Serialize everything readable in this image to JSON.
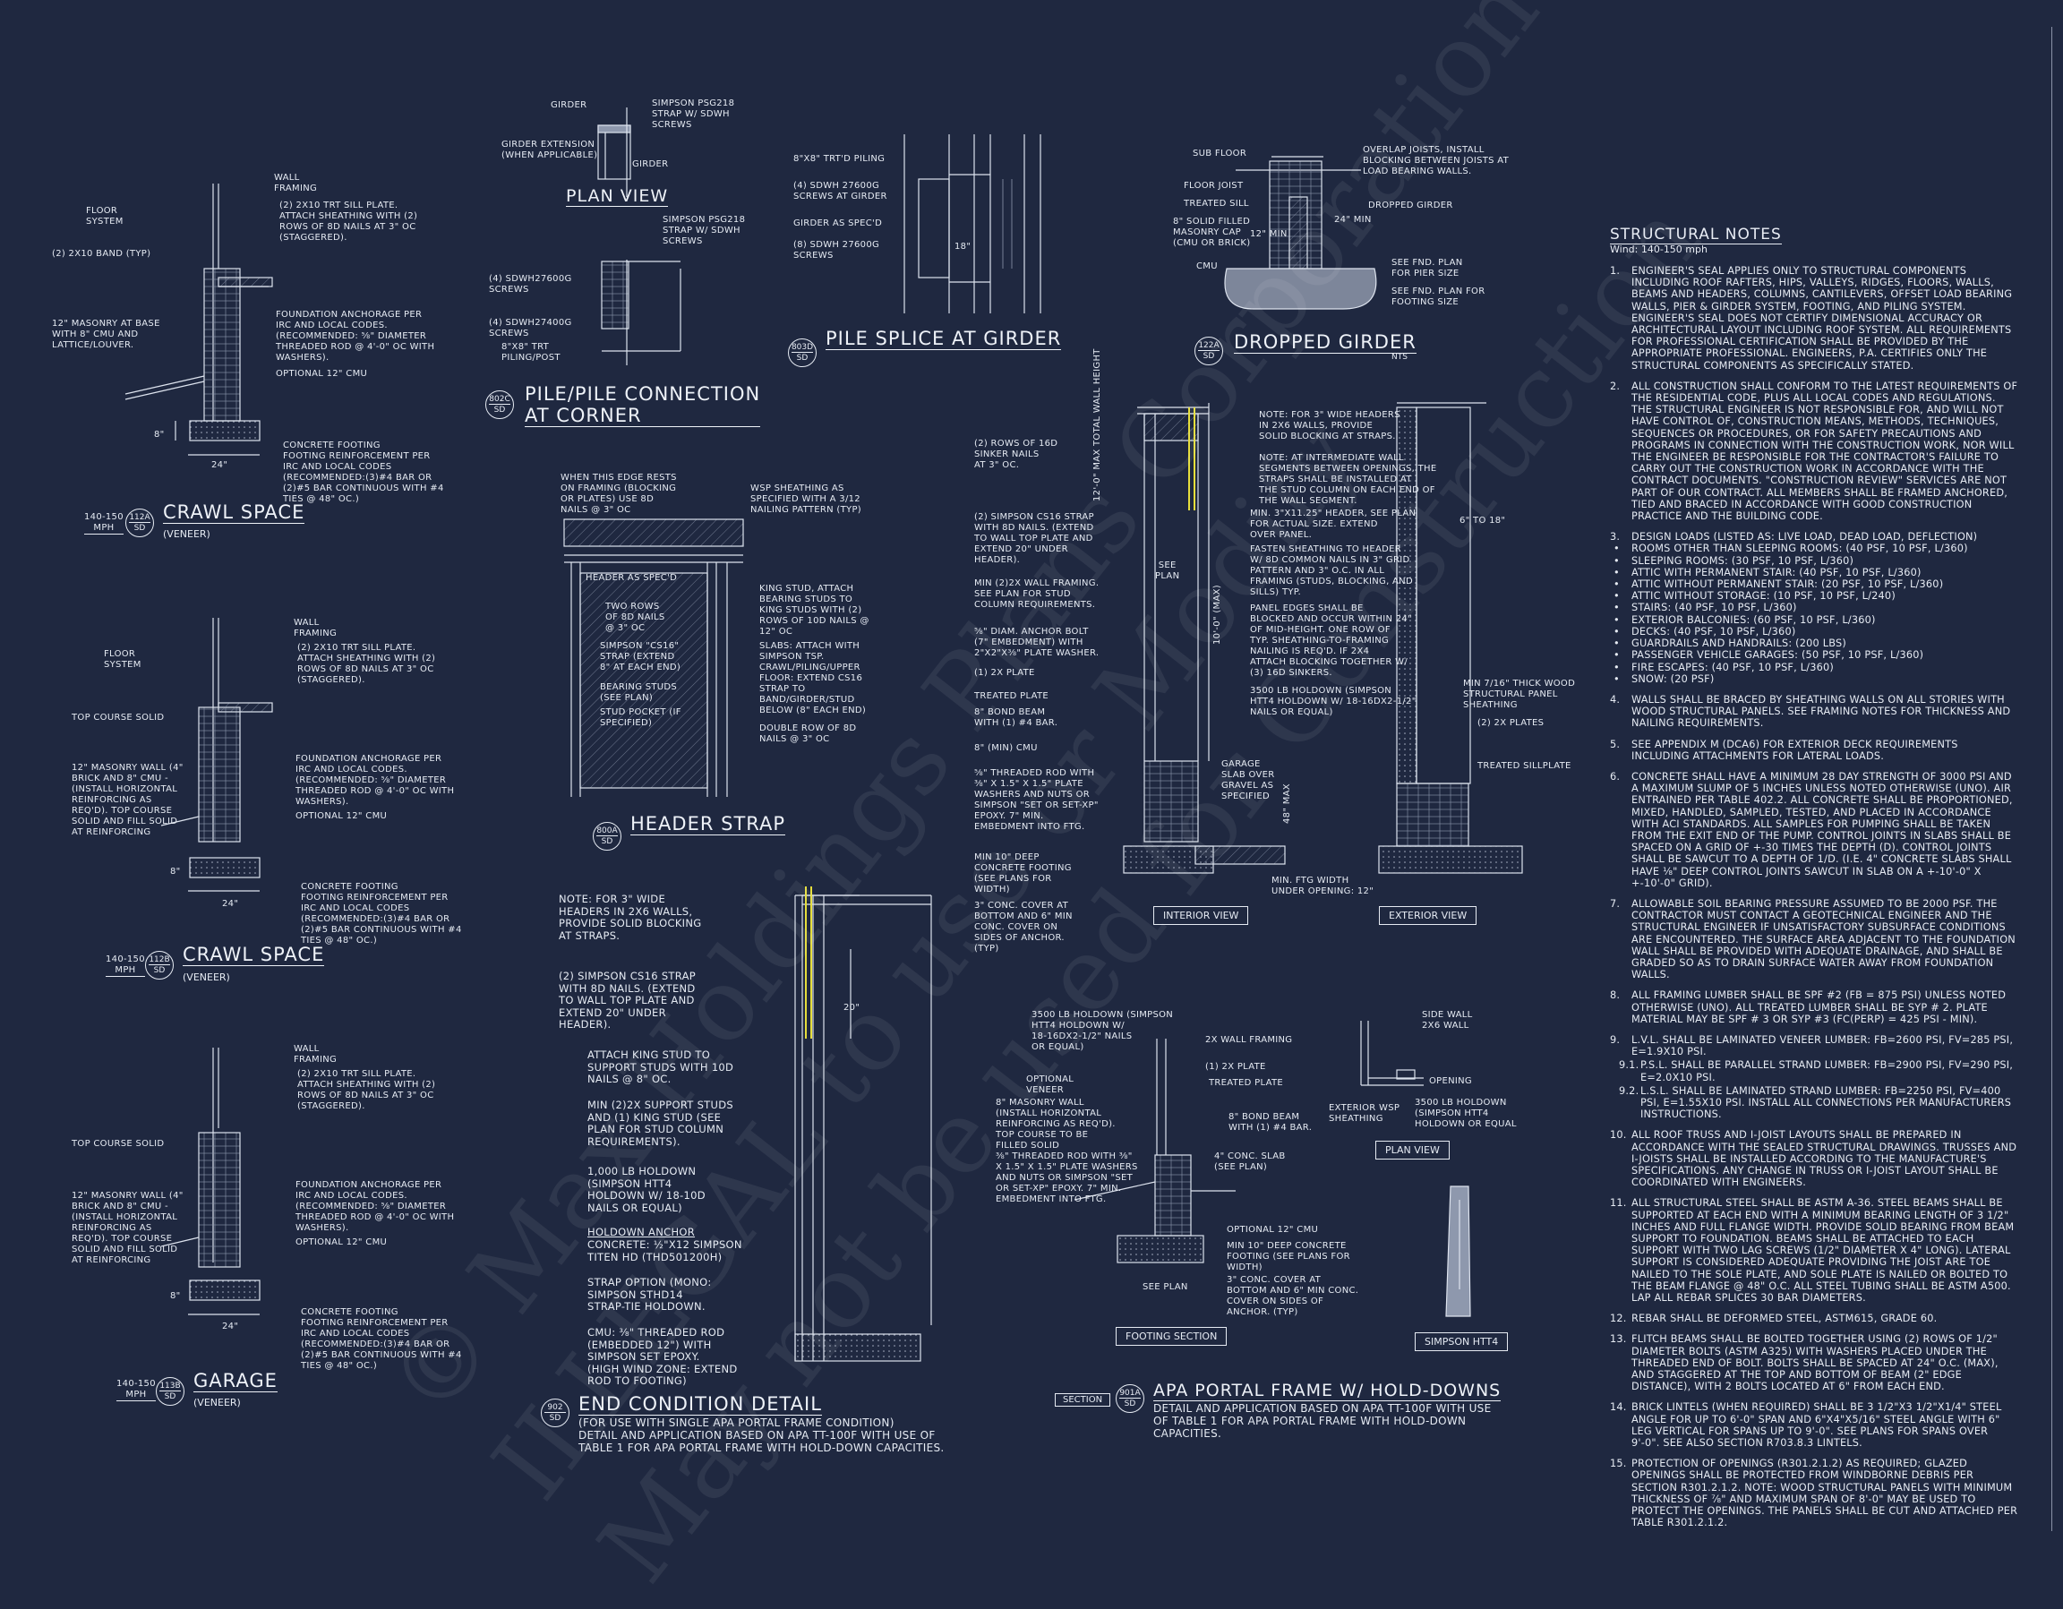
{
  "watermark": "© Max Holdings Plans Corporation\nILLEGAL to use or Modify\nMay not be used for Construction",
  "details": {
    "crawl_a": {
      "title": "CRAWL SPACE",
      "subtitle": "(VENEER)",
      "tag_top": "112A",
      "tag_bottom": "SD",
      "mph": "140-150\nMPH",
      "notes": {
        "wall": "WALL\nFRAMING",
        "floor": "FLOOR\nSYSTEM",
        "band": "(2) 2X10 BAND (TYP)",
        "sill": "(2) 2X10 TRT SILL PLATE.\nATTACH SHEATHING WITH (2)\nROWS OF 8d NAILS AT 3\" OC\n(STAGGERED).",
        "masonry": "12\" MASONRY AT BASE\nWITH 8\" CMU AND\nLATTICE/LOUVER.",
        "anchorage": "FOUNDATION ANCHORAGE PER\nIRC AND LOCAL CODES.\n(RECOMMENDED: ⅝\" DIAMETER\nTHREADED ROD @ 4'-0\" OC WITH\nWASHERS).",
        "optional": "OPTIONAL 12\" CMU",
        "footing": "CONCRETE FOOTING\nFOOTING REINFORCEMENT PER\nIRC AND LOCAL CODES\n(RECOMMENDED:(3)#4 BAR OR\n(2)#5 BAR CONTINUOUS WITH #4\nTIES @ 48\" OC.)",
        "width": "24\"",
        "depth": "8\""
      }
    },
    "crawl_b": {
      "title": "CRAWL SPACE",
      "subtitle": "(VENEER)",
      "tag_top": "112B",
      "tag_bottom": "SD",
      "mph": "140-150\nMPH",
      "notes": {
        "wall": "WALL\nFRAMING",
        "floor": "FLOOR\nSYSTEM",
        "top_course": "TOP COURSE SOLID",
        "sill": "(2) 2X10 TRT SILL PLATE.\nATTACH SHEATHING WITH (2)\nROWS OF 8d NAILS AT 3\" OC\n(STAGGERED).",
        "masonry": "12\" MASONRY WALL (4\"\nBRICK AND 8\" CMU -\n(INSTALL HORIZONTAL\nREINFORCING AS\nREQ'D). TOP COURSE\nSOLID AND FILL SOLID\nAT REINFORCING",
        "anchorage": "FOUNDATION ANCHORAGE PER\nIRC AND LOCAL CODES.\n(RECOMMENDED: ⅝\" DIAMETER\nTHREADED ROD @ 4'-0\" OC WITH\nWASHERS).",
        "optional": "OPTIONAL 12\" CMU",
        "footing": "CONCRETE FOOTING\nFOOTING REINFORCEMENT PER\nIRC AND LOCAL CODES\n(RECOMMENDED:(3)#4 BAR OR\n(2)#5 BAR CONTINUOUS WITH #4\nTIES @ 48\" OC.)",
        "width": "24\"",
        "depth": "8\""
      }
    },
    "garage": {
      "title": "GARAGE",
      "subtitle": "(VENEER)",
      "tag_top": "113B",
      "tag_bottom": "SD",
      "mph": "140-150\nMPH",
      "notes": {
        "wall": "WALL\nFRAMING",
        "top_course": "TOP COURSE SOLID",
        "sill": "(2) 2X10 TRT SILL PLATE.\nATTACH SHEATHING WITH (2)\nROWS OF 8d NAILS AT 3\" OC\n(STAGGERED).",
        "masonry": "12\" MASONRY WALL (4\"\nBRICK AND 8\" CMU -\n(INSTALL HORIZONTAL\nREINFORCING AS\nREQ'D). TOP COURSE\nSOLID AND FILL SOLID\nAT REINFORCING",
        "anchorage": "FOUNDATION ANCHORAGE PER\nIRC AND LOCAL CODES.\n(RECOMMENDED: ⅝\" DIAMETER\nTHREADED ROD @ 4'-0\" OC WITH\nWASHERS).",
        "optional": "OPTIONAL 12\" CMU",
        "footing": "CONCRETE FOOTING\nFOOTING REINFORCEMENT PER\nIRC AND LOCAL CODES\n(RECOMMENDED:(3)#4 BAR OR\n(2)#5 BAR CONTINUOUS WITH #4\nTIES @ 48\" OC.)",
        "width": "24\"",
        "depth": "8\""
      }
    },
    "pile_corner": {
      "title": "PILE/PILE CONNECTION\nAT CORNER",
      "plan_view": "PLAN VIEW",
      "tag_top": "802C",
      "tag_bottom": "SD",
      "notes": {
        "girder": "GIRDER",
        "strap1": "SIMPSON PSG218\nSTRAP W/ SDWH\nSCREWS",
        "extension": "GIRDER EXTENSION\n(WHEN APPLICABLE)",
        "girder2": "GIRDER",
        "strap2": "SIMPSON PSG218\nSTRAP W/ SDWH\nSCREWS",
        "screws1": "(4) SDWH27600G\nSCREWS",
        "screws2": "(4) SDWH27400G\nSCREWS",
        "piling": "8\"x8\" TRT\nPILING/POST"
      }
    },
    "pile_splice": {
      "title": "PILE SPLICE AT GIRDER",
      "tag_top": "803D",
      "tag_bottom": "SD",
      "notes": {
        "piling": "8\"x8\" TRT'D PILING",
        "screws_girder": "(4) SDWH 27600G\nSCREWS AT GIRDER",
        "girder": "GIRDER AS SPEC'D",
        "screws": "(8) SDWH 27600G\nSCREWS",
        "dim": "18\""
      }
    },
    "dropped_girder": {
      "title": "DROPPED GIRDER",
      "nts": "NTS",
      "tag_top": "122A",
      "tag_bottom": "SD",
      "notes": {
        "subfloor": "SUB FLOOR",
        "overlap": "OVERLAP JOISTS, INSTALL\nBLOCKING BETWEEN JOISTS AT\nLOAD BEARING WALLS.",
        "joist": "FLOOR JOIST",
        "sill": "TREATED SILL",
        "dropped": "DROPPED GIRDER",
        "cmu_cap": "8\" SOLID FILLED\nMASONRY CAP\n(CMU OR BRICK)",
        "cmu": "CMU",
        "fnd1": "SEE FND. PLAN\nFOR PIER SIZE",
        "fnd2": "SEE FND. PLAN FOR\nFOOTING SIZE",
        "dim1": "12\" MIN",
        "dim2": "24\" MIN"
      }
    },
    "header_strap": {
      "title": "HEADER STRAP",
      "tag_top": "800A",
      "tag_bottom": "SD",
      "notes": {
        "edge": "WHEN THIS EDGE RESTS\nON FRAMING (BLOCKING\nOR PLATES) USE 8d\nNAILS @ 3\" OC",
        "wsp": "WSP SHEATHING AS\nSPECIFIED WITH A 3/12\nNAILING PATTERN (TYP)",
        "header": "HEADER AS SPEC'D",
        "rows": "TWO ROWS\nOF 8d NAILS\n@ 3\" OC",
        "strap": "SIMPSON \"CS16\"\nSTRAP (EXTEND\n8\" AT EACH END)",
        "bearing": "BEARING STUDS\n(SEE PLAN)",
        "pocket": "STUD POCKET (IF\nSPECIFIED)",
        "king": "KING STUD, ATTACH\nBEARING STUDS TO\nKING STUDS WITH (2)\nROWS OF 10d NAILS @\n12\" OC",
        "slabs": "SLABS: ATTACH WITH\nSIMPSON TSP.\nCRAWL/PILING/UPPER\nFLOOR: EXTEND CS16\nSTRAP TO\nBAND/GIRDER/STUD\nBELOW (8\" EACH END)",
        "double": "DOUBLE ROW OF 8d\nNAILS @ 3\" OC"
      }
    },
    "end_condition": {
      "title": "END CONDITION DETAIL",
      "subtitle": "(FOR USE WITH SINGLE APA PORTAL FRAME CONDITION)\nDETAIL AND APPLICATION BASED ON APA TT-100F WITH USE OF\nTABLE 1 FOR APA PORTAL FRAME WITH HOLD-DOWN CAPACITIES.",
      "tag_top": "902",
      "tag_bottom": "SD",
      "notes": {
        "note": "NOTE: FOR 3\" WIDE\nHEADERS IN 2x6 WALLS,\nPROVIDE SOLID BLOCKING\nAT STRAPS.",
        "strap": "(2) SIMPSON CS16 STRAP\nWITH 8d NAILS. (EXTEND\nTO WALL TOP PLATE AND\nEXTEND 20\" UNDER\nHEADER).",
        "king": "ATTACH KING STUD TO\nSUPPORT STUDS WITH 10d\nNAILS @ 8\" OC.",
        "support": "MIN (2)2X SUPPORT STUDS\nAND (1) KING STUD (SEE\nPLAN FOR STUD COLUMN\nREQUIREMENTS).",
        "holdown": "1,000 LB HOLDOWN\n(SIMPSON HTT4\nHOLDOWN W/ 18-10d\nNAILS OR EQUAL)",
        "anchor_head": "HOLDOWN ANCHOR",
        "anchor": "CONCRETE: ½\"x12 SIMPSON\nTITEN HD (THD501200H)",
        "strap_option": "STRAP OPTION (MONO:\nSIMPSON STHD14\nSTRAP-TIE HOLDOWN.",
        "cmu": "CMU: ⅜\" THREADED ROD\n(EMBEDDED 12\") WITH\nSIMPSON SET EPOXY.\n(HIGH WIND ZONE: EXTEND\nROD TO FOOTING)",
        "dim": "20\""
      }
    },
    "portal": {
      "title": "APA PORTAL FRAME W/ HOLD-DOWNS",
      "subtitle": "DETAIL AND APPLICATION BASED ON APA TT-100F WITH USE\nOF TABLE 1 FOR APA PORTAL FRAME WITH HOLD-DOWN\nCAPACITIES.",
      "section": "SECTION",
      "tag_top": "901A",
      "tag_bottom": "SD",
      "interior_view": "INTERIOR VIEW",
      "exterior_view": "EXTERIOR VIEW",
      "footing_section": "FOOTING SECTION",
      "plan_view": "PLAN VIEW",
      "simpson": "SIMPSON HTT4",
      "notes": {
        "rows16": "(2) ROWS OF 16d\nSINKER NAILS\nAT 3\" OC.",
        "cs16": "(2) SIMPSON CS16 STRAP\nWITH 8d NAILS. (EXTEND\nTO WALL TOP PLATE AND\nEXTEND 20\" UNDER\nHEADER).",
        "min2x": "MIN (2)2X WALL FRAMING.\nSEE PLAN FOR STUD\nCOLUMN REQUIREMENTS.",
        "anchor": "⅝\" DIAM. ANCHOR BOLT\n(7\" EMBEDMENT) WITH\n2\"x2\"x⅜\" PLATE WASHER.",
        "plate": "(1) 2x PLATE",
        "treated": "TREATED PLATE",
        "bond": "8\" BOND BEAM\nWITH (1) #4 BAR.",
        "cmu8": "8\" (MIN) CMU",
        "rod": "⅝\" THREADED ROD WITH\n⅜\" x 1.5\" x 1.5\" PLATE\nWASHERS AND NUTS OR\nSIMPSON \"SET OR SET-XP\"\nEPOXY. 7\" MIN.\nEMBEDMENT INTO FTG.",
        "footing": "MIN 10\" DEEP\nCONCRETE FOOTING\n(SEE PLANS FOR\nWIDTH)",
        "cover": "3\" CONC. COVER AT\nBOTTOM AND 6\" MIN\nCONC. COVER ON\nSIDES OF ANCHOR.\n(TYP)",
        "note_top": "NOTE: FOR 3\" WIDE HEADERS\nIN 2x6 WALLS, PROVIDE\nSOLID BLOCKING AT STRAPS.",
        "note_mid": "NOTE: AT INTERMEDIATE WALL\nSEGMENTS BETWEEN OPENINGS, THE\nSTRAPS SHALL BE INSTALLED AT\nTHE STUD COLUMN ON EACH END OF\nTHE WALL SEGMENT.",
        "header_size": "MIN. 3\"x11.25\" HEADER, SEE PLAN\nFOR ACTUAL SIZE. EXTEND\nOVER PANEL.",
        "fasten": "FASTEN SHEATHING TO HEADER\nW/ 8d COMMON NAILS IN 3\" GRID\nPATTERN AND 3\" O.C. IN ALL\nFRAMING (STUDS, BLOCKING, AND\nSILLS) TYP.",
        "panel": "PANEL EDGES SHALL BE\nBLOCKED AND OCCUR WITHIN 24\"\nOF MID-HEIGHT. ONE ROW OF\nTYP. SHEATHING-TO-FRAMING\nNAILING IS REQ'D. IF 2x4\nATTACH BLOCKING TOGETHER W/\n(3) 16d SINKERS.",
        "holdown3500": "3500 LB HOLDOWN (SIMPSON\nHTT4 HOLDOWN W/ 18-16dx2-1/2\"\nNAILS OR EQUAL)",
        "garage": "GARAGE\nSLAB OVER\nGRAVEL AS\nSPECIFIED",
        "min_ftg": "MIN. FTG WIDTH\nUNDER OPENING: 12\"",
        "panel_thick": "MIN 7/16\" THICK WOOD\nSTRUCTURAL PANEL\nSHEATHING",
        "plates2": "(2) 2x PLATES",
        "treated_sill": "TREATED SILLPLATE",
        "six18": "6\" TO 18\"",
        "max_height": "12'-0\" MAX TOTAL WALL HEIGHT",
        "max10": "10'-0\" (MAX)",
        "max48": "48\" MAX",
        "see_plan": "SEE\nPLAN"
      },
      "footing_notes": {
        "holdown": "3500 LB HOLDOWN (SIMPSON\nHTT4 HOLDOWN W/\n18-16dx2-1/2\" NAILS\nOR EQUAL)",
        "framing": "2X WALL FRAMING",
        "plate": "(1) 2x PLATE",
        "treated": "TREATED PLATE",
        "veneer": "OPTIONAL\nVENEER",
        "masonry": "8\" MASONRY WALL\n(INSTALL HORIZONTAL\nREINFORCING AS REQ'D).\nTOP COURSE TO BE\nFILLED SOLID",
        "bond": "8\" BOND BEAM\nWITH (1) #4 BAR.",
        "rod": "⅜\" THREADED ROD WITH ⅜\"\nx 1.5\" x 1.5\" PLATE WASHERS\nAND NUTS OR SIMPSON \"SET\nOR SET-XP\" EPOXY. 7\" MIN.\nEMBEDMENT INTO FTG.",
        "slab": "4\" CONC. SLAB\n(SEE PLAN)",
        "cmu": "OPTIONAL 12\" CMU",
        "footing": "MIN 10\" DEEP CONCRETE\nFOOTING (SEE PLANS FOR\nWIDTH)",
        "cover": "3\" CONC. COVER AT\nBOTTOM AND 6\" MIN CONC.\nCOVER ON SIDES OF\nANCHOR. (TYP)",
        "see_plan": "SEE PLAN"
      },
      "plan_notes": {
        "side_wall": "SIDE WALL",
        "wall2x6": "2x6 WALL",
        "opening": "OPENING",
        "ext_sheathing": "EXTERIOR WSP\nSHEATHING",
        "holdown": "3500 LB HOLDOWN\n(SIMPSON HTT4\nHOLDOWN OR EQUAL"
      }
    }
  },
  "structural_notes": {
    "heading": "STRUCTURAL NOTES",
    "wind": "Wind: 140-150 mph",
    "items": [
      {
        "num": "1.",
        "text": "ENGINEER'S SEAL APPLIES ONLY TO STRUCTURAL COMPONENTS INCLUDING ROOF RAFTERS, HIPS, VALLEYS, RIDGES, FLOORS, WALLS, BEAMS AND HEADERS, COLUMNS, CANTILEVERS, OFFSET LOAD BEARING WALLS, PIER & GIRDER SYSTEM, FOOTING, AND PILING SYSTEM. ENGINEER'S SEAL DOES NOT CERTIFY DIMENSIONAL ACCURACY OR ARCHITECTURAL LAYOUT INCLUDING ROOF SYSTEM. ALL REQUIREMENTS FOR PROFESSIONAL CERTIFICATION SHALL BE PROVIDED BY THE APPROPRIATE PROFESSIONAL. ENGINEERS, P.A. CERTIFIES ONLY THE STRUCTURAL COMPONENTS AS SPECIFICALLY STATED."
      },
      {
        "num": "2.",
        "text": "ALL CONSTRUCTION SHALL CONFORM TO THE LATEST REQUIREMENTS OF THE RESIDENTIAL CODE, PLUS ALL LOCAL CODES AND REGULATIONS. THE STRUCTURAL ENGINEER IS NOT RESPONSIBLE FOR, AND WILL NOT HAVE CONTROL OF, CONSTRUCTION MEANS, METHODS, TECHNIQUES, SEQUENCES OR PROCEDURES, OR FOR SAFETY PRECAUTIONS AND PROGRAMS IN CONNECTION WITH THE CONSTRUCTION WORK, NOR WILL THE ENGINEER BE RESPONSIBLE FOR THE CONTRACTOR'S FAILURE TO CARRY OUT THE CONSTRUCTION WORK IN ACCORDANCE WITH THE CONTRACT DOCUMENTS. \"CONSTRUCTION REVIEW\" SERVICES ARE NOT PART OF OUR CONTRACT. ALL MEMBERS SHALL BE FRAMED ANCHORED, TIED AND BRACED IN ACCORDANCE WITH GOOD CONSTRUCTION PRACTICE AND THE BUILDING CODE."
      },
      {
        "num": "3.",
        "text": "DESIGN LOADS (LISTED AS: LIVE LOAD, DEAD LOAD, DEFLECTION)"
      }
    ],
    "loads": [
      "ROOMS OTHER THAN SLEEPING ROOMS: (40 PSF, 10 PSF, L/360)",
      "SLEEPING ROOMS: (30 PSF, 10 PSF, L/360)",
      "ATTIC WITH PERMANENT STAIR: (40 PSF, 10 PSF, L/360)",
      "ATTIC WITHOUT PERMANENT STAIR: (20 PSF, 10 PSF, L/360)",
      "ATTIC WITHOUT STORAGE: (10 PSF, 10 PSF, L/240)",
      "STAIRS: (40 PSF, 10 PSF, L/360)",
      "EXTERIOR BALCONIES: (60 PSF, 10 PSF, L/360)",
      "DECKS: (40 PSF, 10 PSF, L/360)",
      "GUARDRAILS AND HANDRAILS: (200 LBS)",
      "PASSENGER VEHICLE GARAGES: (50 PSF, 10 PSF, L/360)",
      "FIRE ESCAPES: (40 PSF, 10 PSF, L/360)",
      "SNOW: (20 PSF)"
    ],
    "items2": [
      {
        "num": "4.",
        "text": "WALLS SHALL BE BRACED BY SHEATHING WALLS ON ALL STORIES WITH WOOD STRUCTURAL PANELS. SEE FRAMING NOTES FOR THICKNESS AND NAILING REQUIREMENTS."
      },
      {
        "num": "5.",
        "text": "SEE APPENDIX M (DCA6) FOR EXTERIOR DECK REQUIREMENTS INCLUDING ATTACHMENTS FOR LATERAL LOADS."
      },
      {
        "num": "6.",
        "text": "CONCRETE SHALL HAVE A MINIMUM 28 DAY STRENGTH OF 3000 PSI AND A MAXIMUM SLUMP OF 5 INCHES UNLESS NOTED OTHERWISE (UNO). AIR ENTRAINED PER TABLE 402.2. ALL CONCRETE SHALL BE PROPORTIONED, MIXED, HANDLED, SAMPLED, TESTED, AND PLACED IN ACCORDANCE WITH ACI STANDARDS. ALL SAMPLES FOR PUMPING SHALL BE TAKEN FROM THE EXIT END OF THE PUMP. CONTROL JOINTS IN SLABS SHALL BE SPACED ON A GRID OF +-30 TIMES THE DEPTH (D). CONTROL JOINTS SHALL BE SAWCUT TO A DEPTH OF 1/D. (I.E. 4\" CONCRETE SLABS SHALL HAVE ⅛\" DEEP CONTROL JOINTS SAWCUT IN SLAB ON A +-10'-0\" x +-10'-0\" GRID)."
      },
      {
        "num": "7.",
        "text": "ALLOWABLE SOIL BEARING PRESSURE ASSUMED TO BE 2000 PSF. THE CONTRACTOR MUST CONTACT A GEOTECHNICAL ENGINEER AND THE STRUCTURAL ENGINEER IF UNSATISFACTORY SUBSURFACE CONDITIONS ARE ENCOUNTERED. THE SURFACE AREA ADJACENT TO THE FOUNDATION WALL SHALL BE PROVIDED WITH ADEQUATE DRAINAGE, AND SHALL BE GRADED SO AS TO DRAIN SURFACE WATER AWAY FROM FOUNDATION WALLS."
      },
      {
        "num": "8.",
        "text": "ALL FRAMING LUMBER SHALL BE SPF #2 (Fb = 875 PSI) UNLESS NOTED OTHERWISE (UNO). ALL TREATED LUMBER SHALL BE SYP # 2. PLATE MATERIAL MAY BE SPF # 3 OR SYP #3 (Fc(perp) = 425 PSI - MIN)."
      },
      {
        "num": "9.",
        "text": "L.V.L. SHALL BE LAMINATED VENEER LUMBER: Fb=2600 PSI, Fv=285 PSI, E=1.9x10 PSI."
      },
      {
        "num": "9.1.",
        "text": "P.S.L. SHALL BE PARALLEL STRAND LUMBER: Fb=2900 PSI, Fv=290 PSI, E=2.0x10 PSI."
      },
      {
        "num": "9.2.",
        "text": "L.S.L. SHALL BE LAMINATED STRAND LUMBER: Fb=2250 PSI, Fv=400 PSI, E=1.55x10 PSI. INSTALL ALL CONNECTIONS PER MANUFACTURERS INSTRUCTIONS."
      },
      {
        "num": "10.",
        "text": "ALL ROOF TRUSS AND I-JOIST LAYOUTS SHALL BE PREPARED IN ACCORDANCE WITH THE SEALED STRUCTURAL DRAWINGS. TRUSSES AND I-JOISTS SHALL BE INSTALLED ACCORDING TO THE MANUFACTURE'S SPECIFICATIONS. ANY CHANGE IN TRUSS OR I-JOIST LAYOUT SHALL BE COORDINATED WITH ENGINEERS."
      },
      {
        "num": "11.",
        "text": "ALL STRUCTURAL STEEL SHALL BE ASTM A-36. STEEL BEAMS SHALL BE SUPPORTED AT EACH END WITH A MINIMUM BEARING LENGTH OF 3 1/2\" INCHES AND FULL FLANGE WIDTH. PROVIDE SOLID BEARING FROM BEAM SUPPORT TO FOUNDATION. BEAMS SHALL BE ATTACHED TO EACH SUPPORT WITH TWO LAG SCREWS (1/2\" DIAMETER x 4\" LONG). LATERAL SUPPORT IS CONSIDERED ADEQUATE PROVIDING THE JOIST ARE TOE NAILED TO THE SOLE PLATE, AND SOLE PLATE IS NAILED OR BOLTED TO THE BEAM FLANGE @ 48\" O.C. ALL STEEL TUBING SHALL BE ASTM A500. LAP ALL REBAR SPLICES 30 BAR DIAMETERS."
      },
      {
        "num": "12.",
        "text": "REBAR SHALL BE DEFORMED STEEL, ASTM615, GRADE 60."
      },
      {
        "num": "13.",
        "text": "FLITCH BEAMS SHALL BE BOLTED TOGETHER USING (2) ROWS OF 1/2\" DIAMETER BOLTS (ASTM A325) WITH WASHERS PLACED UNDER THE THREADED END OF BOLT. BOLTS SHALL BE SPACED AT 24\" O.C. (MAX), AND STAGGERED AT THE TOP AND BOTTOM OF BEAM (2\" EDGE DISTANCE), WITH 2 BOLTS LOCATED AT 6\" FROM EACH END."
      },
      {
        "num": "14.",
        "text": "BRICK LINTELS (WHEN REQUIRED) SHALL BE 3 1/2\"x3 1/2\"x1/4\" STEEL ANGLE FOR UP TO 6'-0\" SPAN AND 6\"x4\"x5/16\" STEEL ANGLE WITH 6\" LEG VERTICAL FOR SPANS UP TO 9'-0\". SEE PLANS FOR SPANS OVER 9'-0\". SEE ALSO SECTION R703.8.3 LINTELS."
      },
      {
        "num": "15.",
        "text": "PROTECTION OF OPENINGS (R301.2.1.2) AS REQUIRED; GLAZED OPENINGS SHALL BE PROTECTED FROM WINDBORNE DEBRIS PER SECTION R301.2.1.2. NOTE: WOOD STRUCTURAL PANELS WITH MINIMUM THICKNESS OF ⅞\" AND MAXIMUM SPAN OF 8'-0\" MAY BE USED TO PROTECT THE OPENINGS. THE PANELS SHALL BE CUT AND ATTACHED PER TABLE R301.2.1.2."
      }
    ]
  }
}
